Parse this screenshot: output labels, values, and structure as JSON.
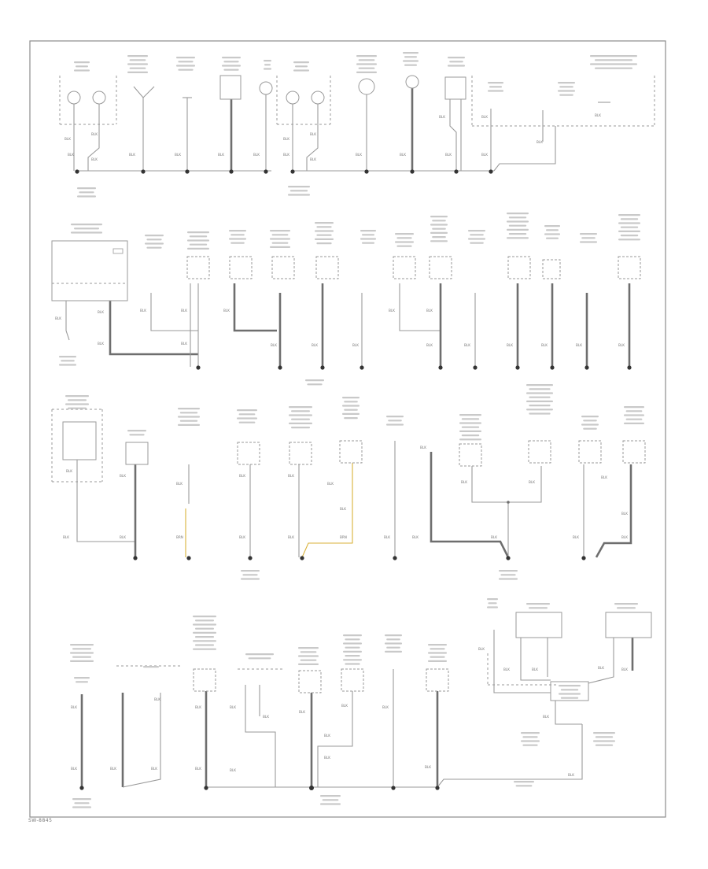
{
  "diagram": {
    "type": "ground-distribution-wiring-diagram",
    "colors": {
      "wire": "#9a9a9a",
      "wire_heavy": "#6e6e6e",
      "wire_yellow": "#d9b23a",
      "text": "#7a7a7a",
      "border": "#8c8c8c",
      "background": "#ffffff"
    },
    "wire_label": "BLK",
    "wire_label_yellow": "BRN",
    "footer_code": "SW-8845"
  }
}
